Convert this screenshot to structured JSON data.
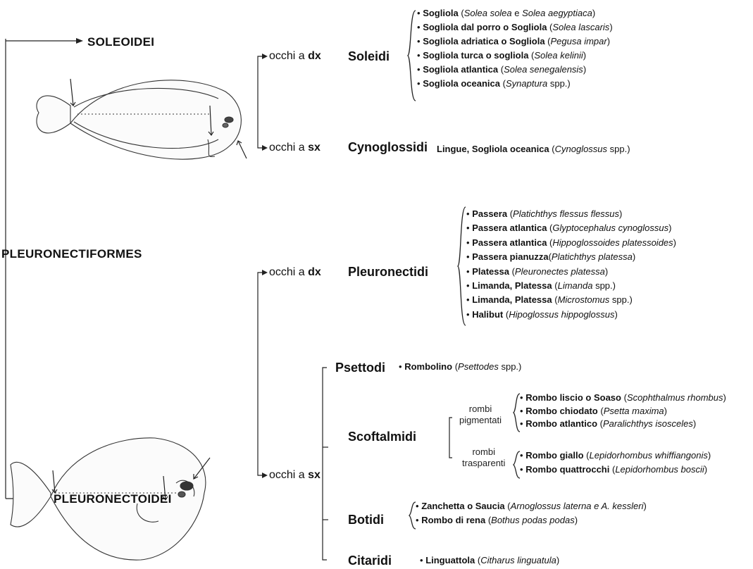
{
  "order": {
    "name": "PLEURONECTIFORMES",
    "suborders": [
      "SOLEOIDEI",
      "PLEURONECTOIDEI"
    ]
  },
  "eyes": {
    "prefix": "occhi a",
    "right": "dx",
    "left": "sx"
  },
  "soleidi": {
    "name": "Soleidi",
    "species": [
      {
        "common": "Sogliola",
        "sci": "Solea solea",
        "join": " e ",
        "sci2": "Solea aegyptiaca"
      },
      {
        "common": "Sogliola dal porro o Sogliola",
        "sci": "Solea lascaris"
      },
      {
        "common": "Sogliola adriatica o Sogliola",
        "sci": "Pegusa impar"
      },
      {
        "common": "Sogliola turca o sogliola",
        "sci": "Solea kelinii"
      },
      {
        "common": "Sogliola atlantica",
        "sci": "Solea senegalensis"
      },
      {
        "common": "Sogliola oceanica",
        "sci": "Synaptura",
        "after": " spp."
      }
    ]
  },
  "cynoglossidi": {
    "name": "Cynoglossidi",
    "common": "Lingue, Sogliola oceanica",
    "sci": "Cynoglossus",
    "after": " spp."
  },
  "pleuronectidi": {
    "name": "Pleuronectidi",
    "species": [
      {
        "common": "Passera",
        "sci": "Platichthys flessus flessus"
      },
      {
        "common": "Passera atlantica",
        "sci": "Glyptocephalus cynoglossus"
      },
      {
        "common": "Passera atlantica",
        "sci": "Hippoglossoides platessoides"
      },
      {
        "common": "Passera pianuzza",
        "sci": "Platichthys platessa",
        "tight": true
      },
      {
        "common": "Platessa",
        "sci": "Pleuronectes platessa"
      },
      {
        "common": "Limanda, Platessa",
        "sci": "Limanda",
        "after": " spp."
      },
      {
        "common": "Limanda, Platessa",
        "sci": "Microstomus",
        "after": " spp."
      },
      {
        "common": "Halibut",
        "sci": "Hipoglossus hippoglossus"
      }
    ]
  },
  "psettodi": {
    "name": "Psettodi",
    "species": [
      {
        "common": "Rombolino",
        "sci": "Psettodes",
        "after": " spp."
      }
    ]
  },
  "scoftalmidi": {
    "name": "Scoftalmidi",
    "groups": [
      {
        "label_line1": "rombi",
        "label_line2": "pigmentati",
        "species": [
          {
            "common": "Rombo liscio o Soaso",
            "sci": "Scophthalmus rhombus"
          },
          {
            "common": "Rombo chiodato",
            "sci": "Psetta maxima"
          },
          {
            "common": "Rombo atlantico",
            "sci": "Paralichthys isosceles"
          }
        ]
      },
      {
        "label_line1": "rombi",
        "label_line2": "trasparenti",
        "species": [
          {
            "common": "Rombo giallo",
            "sci": "Lepidorhombus whiffiangonis"
          },
          {
            "common": "Rombo quattrocchi",
            "sci": "Lepidorhombus boscii"
          }
        ]
      }
    ]
  },
  "botidi": {
    "name": "Botidi",
    "species": [
      {
        "common": "Zanchetta o Saucia",
        "sci": "Arnoglossus laterna e A. kessleri"
      },
      {
        "common": "Rombo di rena",
        "sci": "Bothus podas podas"
      }
    ]
  },
  "citaridi": {
    "name": "Citaridi",
    "species": [
      {
        "common": "Linguattola",
        "sci": "Citharus linguatula"
      }
    ]
  },
  "bullet": "•",
  "colors": {
    "ink": "#111111",
    "scientific": "#333333",
    "lines": "#222222"
  }
}
